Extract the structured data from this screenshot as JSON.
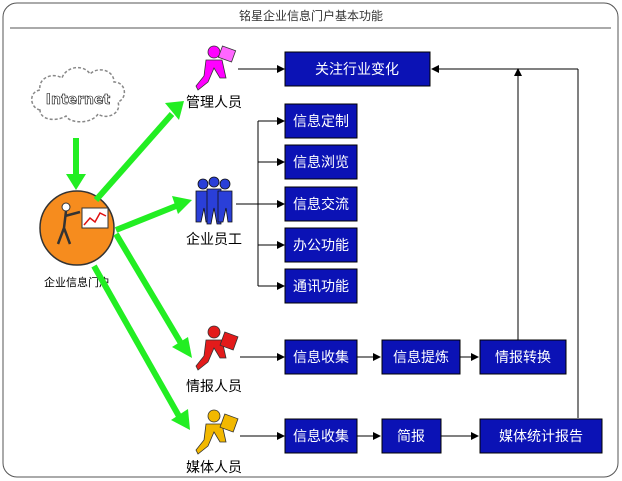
{
  "title": "铭星企业信息门户基本功能",
  "portal": {
    "cloud_label": "Internet",
    "label": "企业信息门户"
  },
  "roles": {
    "manager": "管理人员",
    "staff": "企业员工",
    "intel": "情报人员",
    "media": "媒体人员"
  },
  "boxes": {
    "industry": "关注行业变化",
    "custom": "信息定制",
    "browse": "信息浏览",
    "exchange": "信息交流",
    "office": "办公功能",
    "comm": "通讯功能",
    "intel_collect": "信息收集",
    "intel_refine": "信息提炼",
    "intel_convert": "情报转换",
    "media_collect": "信息收集",
    "media_brief": "简报",
    "media_report": "媒体统计报告"
  },
  "colors": {
    "box_fill": "#0b12b5",
    "arrow_green": "#22ee22",
    "manager_figure": "#ff00ff",
    "staff_figure": "#2a3fd8",
    "intel_figure": "#e31b1b",
    "media_figure": "#f2b800",
    "portal_circle": "#f68c1e"
  },
  "icons": [
    "internet-cloud-icon",
    "portal-presenter-icon",
    "manager-figure-icon",
    "staff-group-icon",
    "intel-figure-icon",
    "media-figure-icon"
  ]
}
